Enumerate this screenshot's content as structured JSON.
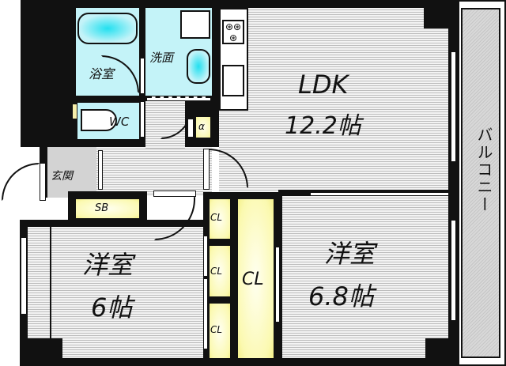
{
  "floorplan": {
    "rooms": {
      "ldk": {
        "name": "LDK",
        "size": "12.2帖"
      },
      "western_room_1": {
        "name": "洋室",
        "size": "6帖"
      },
      "western_room_2": {
        "name": "洋室",
        "size": "6.8帖"
      },
      "bathroom": {
        "name": "浴室"
      },
      "washroom": {
        "name": "洗面"
      },
      "toilet": {
        "name": "WC"
      },
      "entrance": {
        "name": "玄関"
      },
      "shoe_box": {
        "name": "SB"
      },
      "alpha": {
        "name": "α"
      },
      "balcony": {
        "name": "バルコニー"
      }
    },
    "closets": [
      {
        "name": "CL"
      },
      {
        "name": "CL"
      },
      {
        "name": "CL"
      },
      {
        "name": "CL"
      }
    ],
    "colors": {
      "wall": "#111111",
      "wet_area": "#c4f3f8",
      "storage": "#fbf9b0",
      "entrance": "#d3d3d3",
      "floor_line": "#bdbdbd"
    }
  }
}
